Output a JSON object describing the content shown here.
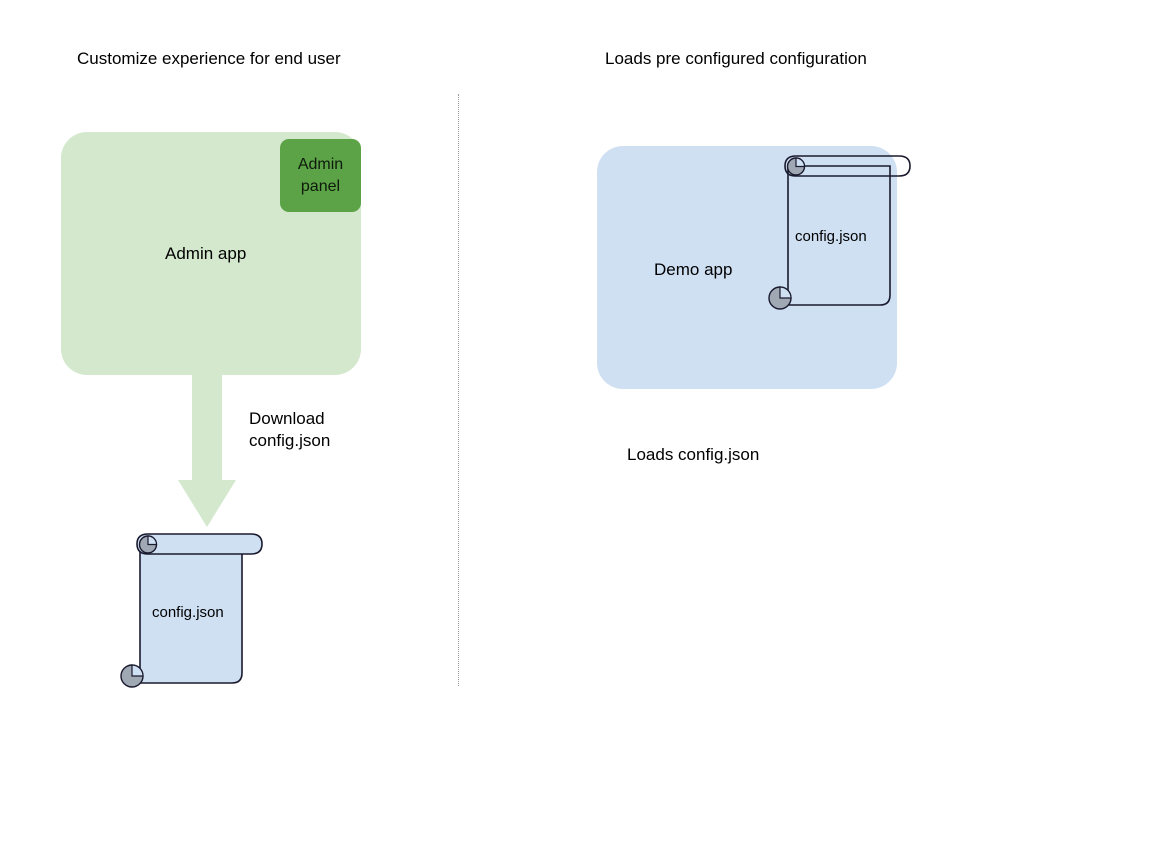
{
  "diagram": {
    "background": "#ffffff",
    "columns": [
      {
        "id": "left",
        "title": "Customize experience for end user",
        "app": {
          "label": "Admin app",
          "fill": "#d4e8ce",
          "badge": {
            "label": "Admin\npanel",
            "fill": "#5ba346",
            "text_color": "#0f1a0d"
          }
        },
        "arrow": {
          "label": "Download\nconfig.json",
          "fill": "#d4e8ce",
          "direction": "down"
        },
        "document": {
          "label": "config.json",
          "fill": "#cfe0f3",
          "stroke": "#1a1a2e",
          "curl_fill": "#a0a8b4",
          "icon": "scroll-icon"
        }
      },
      {
        "id": "right",
        "title": "Loads pre configured configuration",
        "app": {
          "label": "Demo app",
          "fill": "#cfe0f3"
        },
        "document": {
          "label": "config.json",
          "fill": "transparent",
          "stroke": "#1a1a2e",
          "curl_fill": "#a0a8b4",
          "icon": "scroll-icon"
        },
        "caption": "Loads config.json"
      }
    ],
    "divider": {
      "style": "dotted",
      "color": "#9b9b9b"
    }
  }
}
